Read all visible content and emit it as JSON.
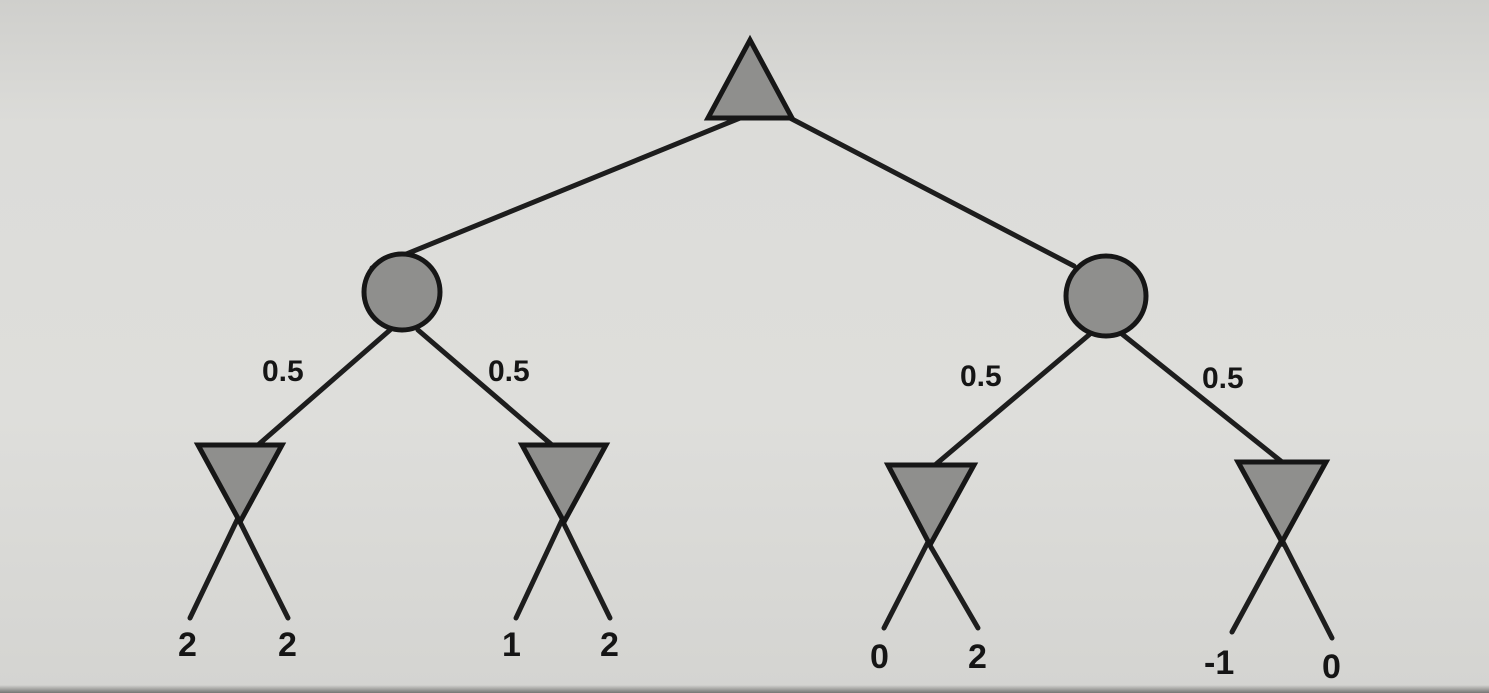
{
  "tree": {
    "root": {
      "type": "max"
    },
    "chance_nodes": [
      {
        "id": "left-chance",
        "branches": [
          {
            "probability": "0.5",
            "min_node": {
              "leaves": [
                "2",
                "2"
              ]
            }
          },
          {
            "probability": "0.5",
            "min_node": {
              "leaves": [
                "1",
                "2"
              ]
            }
          }
        ]
      },
      {
        "id": "right-chance",
        "branches": [
          {
            "probability": "0.5",
            "min_node": {
              "leaves": [
                "0",
                "2"
              ]
            }
          },
          {
            "probability": "0.5",
            "min_node": {
              "leaves": [
                "-1",
                "0"
              ]
            }
          }
        ]
      }
    ]
  },
  "colors": {
    "node_fill": "#8f8f8d",
    "stroke": "#161616",
    "background": "#dcdcd9"
  },
  "icons": {
    "max_node": "triangle-up-icon",
    "chance_node": "circle-icon",
    "min_node": "triangle-down-icon"
  }
}
